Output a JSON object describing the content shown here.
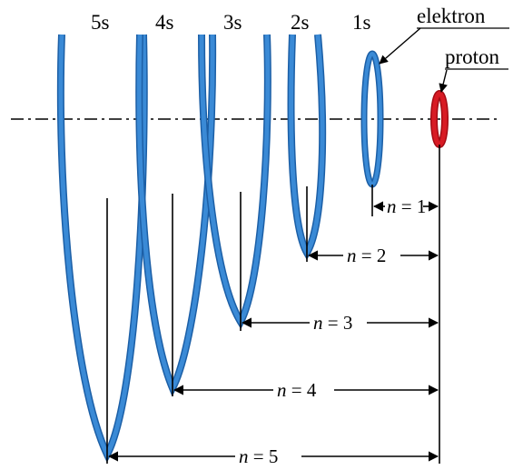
{
  "diagram": {
    "orbital_labels": [
      "5s",
      "4s",
      "3s",
      "2s",
      "1s"
    ],
    "particles": {
      "electron": "elektron",
      "proton": "proton"
    },
    "distances": [
      {
        "var": "n",
        "value": "1"
      },
      {
        "var": "n",
        "value": "2"
      },
      {
        "var": "n",
        "value": "3"
      },
      {
        "var": "n",
        "value": "4"
      },
      {
        "var": "n",
        "value": "5"
      }
    ],
    "colors": {
      "orbital": "#2f7fce",
      "orbital_dark": "#1c5fa6",
      "proton": "#d0101a",
      "line": "#000000"
    }
  }
}
